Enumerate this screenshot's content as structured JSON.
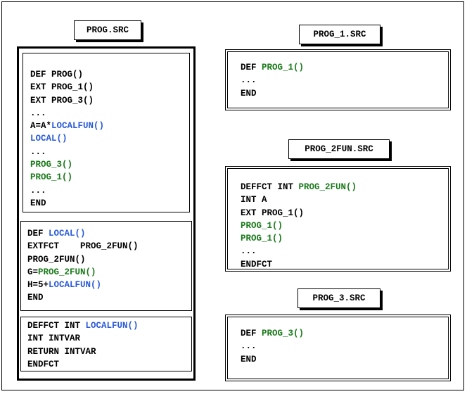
{
  "labels": {
    "prog": "PROG.SRC",
    "prog1": "PROG_1.SRC",
    "prog2fun": "PROG_2FUN.SRC",
    "prog3": "PROG_3.SRC"
  },
  "colors": {
    "green": "#1a7a1a",
    "blue": "#2a5bd7",
    "black": "#000000"
  },
  "prog_main": [
    [
      {
        "t": "DEF PROG()",
        "c": "k"
      }
    ],
    [
      {
        "t": "EXT PROG_1()",
        "c": "k"
      }
    ],
    [
      {
        "t": "EXT PROG_3()",
        "c": "k"
      }
    ],
    [
      {
        "t": "...",
        "c": "k"
      }
    ],
    [
      {
        "t": "A=A*",
        "c": "k"
      },
      {
        "t": "LOCALFUN()",
        "c": "b"
      }
    ],
    [
      {
        "t": "LOCAL()",
        "c": "b"
      }
    ],
    [
      {
        "t": "...",
        "c": "k"
      }
    ],
    [
      {
        "t": "PROG_3()",
        "c": "g"
      }
    ],
    [
      {
        "t": "PROG_1()",
        "c": "g"
      }
    ],
    [
      {
        "t": "...",
        "c": "k"
      }
    ],
    [
      {
        "t": "END",
        "c": "k"
      }
    ]
  ],
  "prog_local": [
    [
      {
        "t": "DEF ",
        "c": "k"
      },
      {
        "t": "LOCAL()",
        "c": "b"
      }
    ],
    [
      {
        "t": "EXTFCT    PROG_2FUN()",
        "c": "k"
      }
    ],
    [
      {
        "t": "PROG_2FUN()",
        "c": "k"
      }
    ],
    [
      {
        "t": "G=",
        "c": "k"
      },
      {
        "t": "PROG_2FUN()",
        "c": "g"
      }
    ],
    [
      {
        "t": "H=5+",
        "c": "k"
      },
      {
        "t": "LOCALFUN()",
        "c": "b"
      }
    ],
    [
      {
        "t": "END",
        "c": "k"
      }
    ]
  ],
  "prog_localfun": [
    [
      {
        "t": "DEFFCT INT ",
        "c": "k"
      },
      {
        "t": "LOCALFUN()",
        "c": "b"
      }
    ],
    [
      {
        "t": "INT INTVAR",
        "c": "k"
      }
    ],
    [
      {
        "t": "RETURN INTVAR",
        "c": "k"
      }
    ],
    [
      {
        "t": "ENDFCT",
        "c": "k"
      }
    ]
  ],
  "prog1": [
    [
      {
        "t": "DEF ",
        "c": "k"
      },
      {
        "t": "PROG_1()",
        "c": "g"
      }
    ],
    [
      {
        "t": "...",
        "c": "k"
      }
    ],
    [
      {
        "t": "END",
        "c": "k"
      }
    ]
  ],
  "prog2fun": [
    [
      {
        "t": "DEFFCT INT ",
        "c": "k"
      },
      {
        "t": "PROG_2FUN()",
        "c": "g"
      }
    ],
    [
      {
        "t": "INT A",
        "c": "k"
      }
    ],
    [
      {
        "t": "EXT PROG_1()",
        "c": "k"
      }
    ],
    [
      {
        "t": "PROG_1()",
        "c": "g"
      }
    ],
    [
      {
        "t": "PROG_1()",
        "c": "g"
      }
    ],
    [
      {
        "t": "...",
        "c": "k"
      }
    ],
    [
      {
        "t": "ENDFCT",
        "c": "k"
      }
    ]
  ],
  "prog3": [
    [
      {
        "t": "DEF ",
        "c": "k"
      },
      {
        "t": "PROG_3()",
        "c": "g"
      }
    ],
    [
      {
        "t": "...",
        "c": "k"
      }
    ],
    [
      {
        "t": "END",
        "c": "k"
      }
    ]
  ]
}
